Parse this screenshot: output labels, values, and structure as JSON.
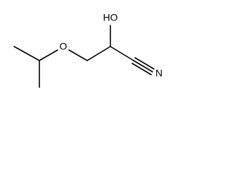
{
  "molecule": {
    "atoms": {
      "hydroxyl": "HO",
      "ether_oxygen": "O",
      "nitrile_nitrogen": "N"
    }
  },
  "colors": {
    "bond": "#000000",
    "label": "#000000",
    "background": "#ffffff"
  }
}
